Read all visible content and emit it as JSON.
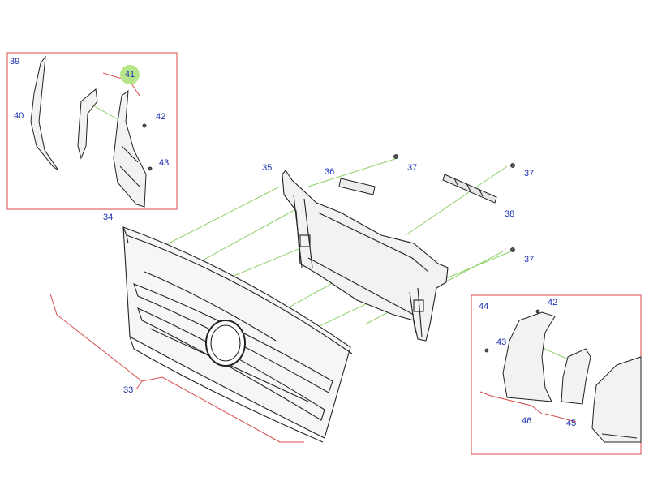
{
  "diagram": {
    "callouts": [
      {
        "id": "c39",
        "label": "39"
      },
      {
        "id": "c40",
        "label": "40"
      },
      {
        "id": "c41",
        "label": "41"
      },
      {
        "id": "c42a",
        "label": "42"
      },
      {
        "id": "c43a",
        "label": "43"
      },
      {
        "id": "c34",
        "label": "34"
      },
      {
        "id": "c35",
        "label": "35"
      },
      {
        "id": "c36",
        "label": "36"
      },
      {
        "id": "c37a",
        "label": "37"
      },
      {
        "id": "c37b",
        "label": "37"
      },
      {
        "id": "c38",
        "label": "38"
      },
      {
        "id": "c37c",
        "label": "37"
      },
      {
        "id": "c33",
        "label": "33"
      },
      {
        "id": "c44",
        "label": "44"
      },
      {
        "id": "c42b",
        "label": "42"
      },
      {
        "id": "c43b",
        "label": "43"
      },
      {
        "id": "c46",
        "label": "46"
      },
      {
        "id": "c45",
        "label": "45"
      }
    ],
    "highlighted_callout": "41",
    "colors": {
      "frame": "#d44a4a",
      "callout_text": "#1a2fb0",
      "leader": "#8fd16a",
      "drawing": "#222222",
      "highlight": "#b7e58a"
    }
  }
}
